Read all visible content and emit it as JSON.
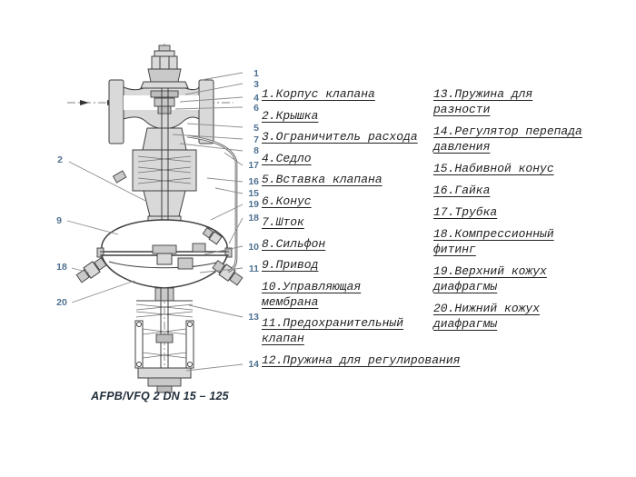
{
  "diagram": {
    "caption": "AFPB/VFQ 2 DN 15 – 125",
    "callouts_right": [
      "1",
      "3",
      "4",
      "6",
      "5",
      "7",
      "8",
      "17",
      "16",
      "15",
      "19",
      "18",
      "10",
      "11",
      "13",
      "14"
    ],
    "callouts_left": [
      "2",
      "9",
      "18",
      "20"
    ]
  },
  "legend": {
    "left_column": [
      {
        "num": "1",
        "label": "Корпус клапана"
      },
      {
        "num": "2",
        "label": "Крышка"
      },
      {
        "num": "3",
        "label": "Ограничитель расхода"
      },
      {
        "num": "4",
        "label": "Седло"
      },
      {
        "num": "5",
        "label": "Вставка клапана"
      },
      {
        "num": "6",
        "label": "Конус"
      },
      {
        "num": "7",
        "label": "Шток"
      },
      {
        "num": "8",
        "label": "Сильфон"
      },
      {
        "num": "9",
        "label": "Привод"
      },
      {
        "num": "10",
        "label": "Управляющая мембрана"
      },
      {
        "num": "11",
        "label": "Предохранительный клапан"
      },
      {
        "num": "12",
        "label": "Пружина для регулирования"
      }
    ],
    "right_column": [
      {
        "num": "13",
        "label": "Пружина для разности"
      },
      {
        "num": "14",
        "label": "Регулятор перепада давления"
      },
      {
        "num": "15",
        "label": "Набивной конус"
      },
      {
        "num": "16",
        "label": "Гайка"
      },
      {
        "num": "17",
        "label": "Трубка"
      },
      {
        "num": "18",
        "label": "Компрессионный фитинг"
      },
      {
        "num": "19",
        "label": "Верхний кожух диафрагмы"
      },
      {
        "num": "20",
        "label": "Нижний кожух диафрагмы"
      }
    ]
  },
  "colors": {
    "callout_number": "#4e7191",
    "drawing_line": "#3f3f3f",
    "drawing_fill": "#d9d9d9",
    "leader_line": "#8c8c8c",
    "label_text": "#1f1f1f",
    "caption_text": "#232f3b"
  }
}
